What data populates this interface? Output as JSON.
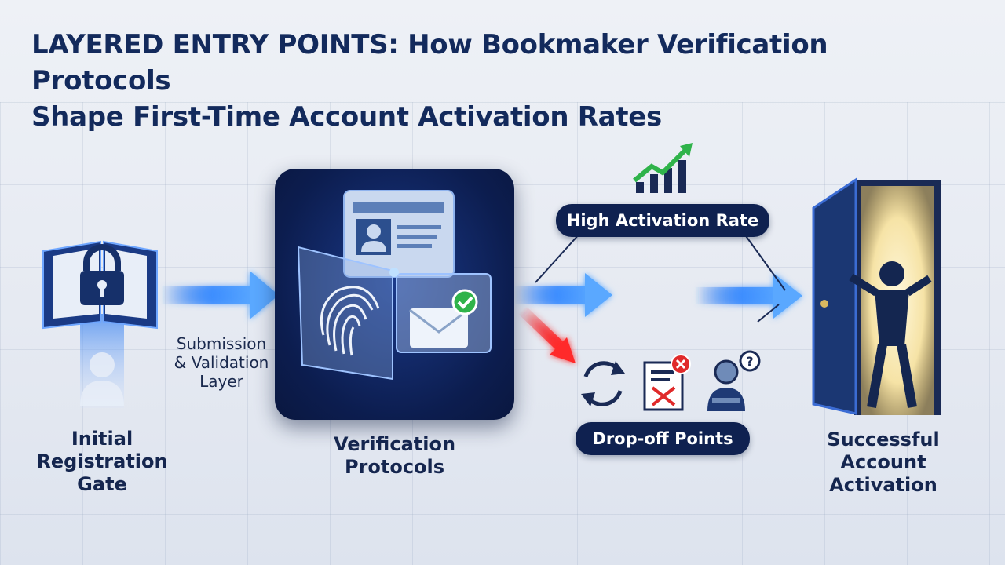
{
  "title": {
    "line1": "LAYERED ENTRY POINTS: How Bookmaker Verification Protocols",
    "line2": "Shape First-Time Account Activation Rates"
  },
  "stages": {
    "registration": {
      "line1": "Initial",
      "line2": "Registration",
      "line3": "Gate"
    },
    "submission": {
      "line1": "Submission",
      "line2": "& Validation",
      "line3": "Layer"
    },
    "verification": {
      "line1": "Verification",
      "line2": "Protocols"
    },
    "activation": {
      "line1": "Successful",
      "line2": "Account",
      "line3": "Activation"
    }
  },
  "outcomes": {
    "high_rate": "High Activation Rate",
    "drop_off": "Drop-off Points"
  },
  "icons": {
    "registration": [
      "book-icon",
      "lock-icon",
      "user-silhouette-icon"
    ],
    "verification": [
      "id-card-icon",
      "fingerprint-icon",
      "envelope-icon",
      "check-badge-icon"
    ],
    "high_rate": [
      "rising-bar-chart-icon"
    ],
    "drop_off": [
      "refresh-cycle-icon",
      "rejected-document-icon",
      "confused-user-icon"
    ],
    "activation": [
      "open-door-icon",
      "person-celebrating-icon"
    ]
  },
  "colors": {
    "navy": "#0f2150",
    "flow_arrow": "#2f7cf0",
    "drop_arrow": "#e8242b",
    "success": "#2fb34a",
    "error": "#e02a2a",
    "door_glow": "#fff4c8"
  }
}
